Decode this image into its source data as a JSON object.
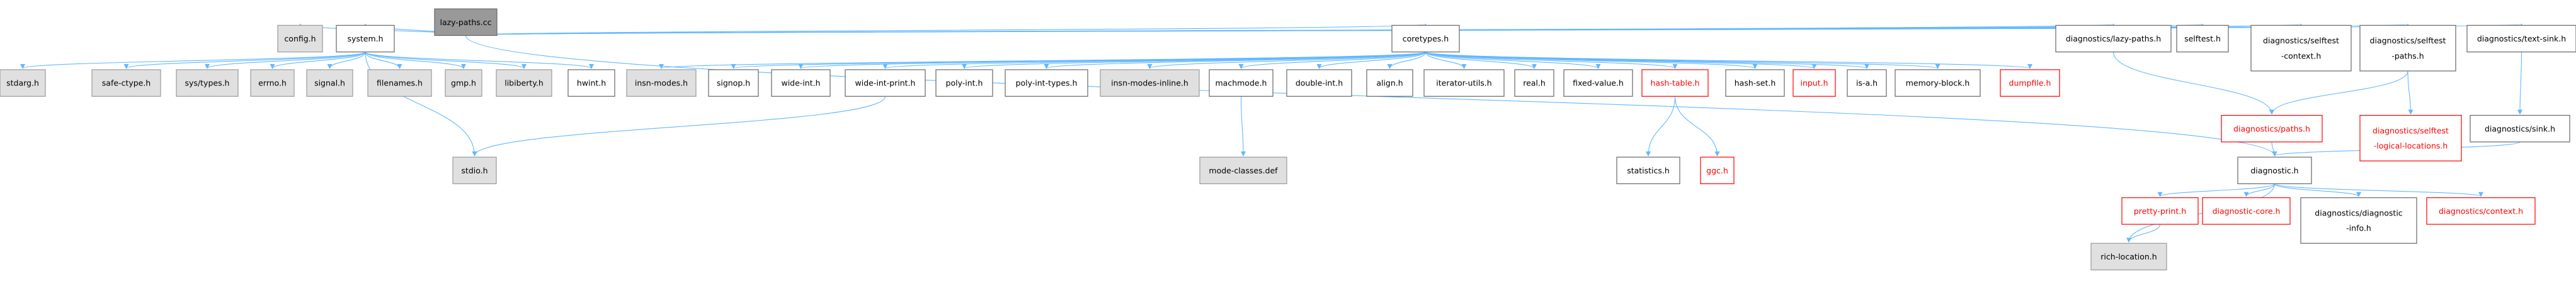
{
  "colors": {
    "edge": "#63b8ff",
    "node_border": "#666666",
    "node_text": "#000000",
    "root_fill": "#999999",
    "root_border": "#666666",
    "normal_fill": "#ffffff",
    "system_fill": "#e0e0e0",
    "system_border": "#999999",
    "missing_fill": "#ffffff",
    "missing_border": "#ff0000",
    "missing_text": "#ff0000"
  },
  "nodes": [
    {
      "id": "lazy_paths_cc",
      "label": "lazy-paths.cc",
      "kind": "root"
    },
    {
      "id": "config_h",
      "label": "config.h",
      "kind": "system"
    },
    {
      "id": "system_h",
      "label": "system.h",
      "kind": "normal"
    },
    {
      "id": "coretypes_h",
      "label": "coretypes.h",
      "kind": "normal"
    },
    {
      "id": "diag_lazy_paths_h",
      "label": "diagnostics/lazy-paths.h",
      "kind": "normal"
    },
    {
      "id": "selftest_h",
      "label": "selftest.h",
      "kind": "normal"
    },
    {
      "id": "diag_selftest_context_h",
      "label": [
        "diagnostics/selftest",
        "-context.h"
      ],
      "kind": "normal"
    },
    {
      "id": "diag_selftest_paths_h",
      "label": [
        "diagnostics/selftest",
        "-paths.h"
      ],
      "kind": "normal"
    },
    {
      "id": "diag_text_sink_h",
      "label": "diagnostics/text-sink.h",
      "kind": "normal"
    },
    {
      "id": "stdarg_h",
      "label": "stdarg.h",
      "kind": "system"
    },
    {
      "id": "safe_ctype_h",
      "label": "safe-ctype.h",
      "kind": "system"
    },
    {
      "id": "sys_types_h",
      "label": "sys/types.h",
      "kind": "system"
    },
    {
      "id": "errno_h",
      "label": "errno.h",
      "kind": "system"
    },
    {
      "id": "signal_h",
      "label": "signal.h",
      "kind": "system"
    },
    {
      "id": "filenames_h",
      "label": "filenames.h",
      "kind": "system"
    },
    {
      "id": "gmp_h",
      "label": "gmp.h",
      "kind": "system"
    },
    {
      "id": "libiberty_h",
      "label": "libiberty.h",
      "kind": "system"
    },
    {
      "id": "hwint_h",
      "label": "hwint.h",
      "kind": "normal"
    },
    {
      "id": "insn_modes_h",
      "label": "insn-modes.h",
      "kind": "system"
    },
    {
      "id": "signop_h",
      "label": "signop.h",
      "kind": "normal"
    },
    {
      "id": "wide_int_h",
      "label": "wide-int.h",
      "kind": "normal"
    },
    {
      "id": "wide_int_print_h",
      "label": "wide-int-print.h",
      "kind": "normal"
    },
    {
      "id": "poly_int_h",
      "label": "poly-int.h",
      "kind": "normal"
    },
    {
      "id": "poly_int_types_h",
      "label": "poly-int-types.h",
      "kind": "normal"
    },
    {
      "id": "insn_modes_inline_h",
      "label": "insn-modes-inline.h",
      "kind": "system"
    },
    {
      "id": "machmode_h",
      "label": "machmode.h",
      "kind": "normal"
    },
    {
      "id": "double_int_h",
      "label": "double-int.h",
      "kind": "normal"
    },
    {
      "id": "align_h",
      "label": "align.h",
      "kind": "normal"
    },
    {
      "id": "iterator_utils_h",
      "label": "iterator-utils.h",
      "kind": "normal"
    },
    {
      "id": "real_h",
      "label": "real.h",
      "kind": "normal"
    },
    {
      "id": "fixed_value_h",
      "label": "fixed-value.h",
      "kind": "normal"
    },
    {
      "id": "hash_table_h",
      "label": "hash-table.h",
      "kind": "missing"
    },
    {
      "id": "hash_set_h",
      "label": "hash-set.h",
      "kind": "normal"
    },
    {
      "id": "input_h",
      "label": "input.h",
      "kind": "missing"
    },
    {
      "id": "is_a_h",
      "label": "is-a.h",
      "kind": "normal"
    },
    {
      "id": "memory_block_h",
      "label": "memory-block.h",
      "kind": "normal"
    },
    {
      "id": "dumpfile_h",
      "label": "dumpfile.h",
      "kind": "missing"
    },
    {
      "id": "diag_paths_h",
      "label": "diagnostics/paths.h",
      "kind": "missing"
    },
    {
      "id": "diag_selftest_logical_h",
      "label": [
        "diagnostics/selftest",
        "-logical-locations.h"
      ],
      "kind": "missing"
    },
    {
      "id": "diag_sink_h",
      "label": "diagnostics/sink.h",
      "kind": "normal"
    },
    {
      "id": "stdio_h",
      "label": "stdio.h",
      "kind": "system"
    },
    {
      "id": "mode_classes_def",
      "label": "mode-classes.def",
      "kind": "system"
    },
    {
      "id": "statistics_h",
      "label": "statistics.h",
      "kind": "normal"
    },
    {
      "id": "ggc_h",
      "label": "ggc.h",
      "kind": "missing"
    },
    {
      "id": "diagnostic_h",
      "label": "diagnostic.h",
      "kind": "normal"
    },
    {
      "id": "pretty_print_h",
      "label": "pretty-print.h",
      "kind": "missing"
    },
    {
      "id": "diagnostic_core_h",
      "label": "diagnostic-core.h",
      "kind": "missing"
    },
    {
      "id": "diag_diagnostic_info_h",
      "label": [
        "diagnostics/diagnostic",
        "-info.h"
      ],
      "kind": "normal"
    },
    {
      "id": "diag_context_h",
      "label": "diagnostics/context.h",
      "kind": "missing"
    },
    {
      "id": "rich_location_h",
      "label": "rich-location.h",
      "kind": "system"
    }
  ],
  "edges": [
    [
      "lazy_paths_cc",
      "config_h"
    ],
    [
      "lazy_paths_cc",
      "system_h"
    ],
    [
      "lazy_paths_cc",
      "coretypes_h"
    ],
    [
      "lazy_paths_cc",
      "diag_lazy_paths_h"
    ],
    [
      "lazy_paths_cc",
      "selftest_h"
    ],
    [
      "lazy_paths_cc",
      "diag_selftest_context_h"
    ],
    [
      "lazy_paths_cc",
      "diag_selftest_paths_h"
    ],
    [
      "lazy_paths_cc",
      "diag_text_sink_h"
    ],
    [
      "lazy_paths_cc",
      "diagnostic_h"
    ],
    [
      "system_h",
      "stdarg_h"
    ],
    [
      "system_h",
      "safe_ctype_h"
    ],
    [
      "system_h",
      "sys_types_h"
    ],
    [
      "system_h",
      "errno_h"
    ],
    [
      "system_h",
      "signal_h"
    ],
    [
      "system_h",
      "filenames_h"
    ],
    [
      "system_h",
      "gmp_h"
    ],
    [
      "system_h",
      "libiberty_h"
    ],
    [
      "system_h",
      "hwint_h"
    ],
    [
      "system_h",
      "stdio_h"
    ],
    [
      "coretypes_h",
      "insn_modes_h"
    ],
    [
      "coretypes_h",
      "signop_h"
    ],
    [
      "coretypes_h",
      "wide_int_h"
    ],
    [
      "coretypes_h",
      "wide_int_print_h"
    ],
    [
      "coretypes_h",
      "poly_int_h"
    ],
    [
      "coretypes_h",
      "poly_int_types_h"
    ],
    [
      "coretypes_h",
      "insn_modes_inline_h"
    ],
    [
      "coretypes_h",
      "machmode_h"
    ],
    [
      "coretypes_h",
      "double_int_h"
    ],
    [
      "coretypes_h",
      "align_h"
    ],
    [
      "coretypes_h",
      "iterator_utils_h"
    ],
    [
      "coretypes_h",
      "real_h"
    ],
    [
      "coretypes_h",
      "fixed_value_h"
    ],
    [
      "coretypes_h",
      "hash_table_h"
    ],
    [
      "coretypes_h",
      "hash_set_h"
    ],
    [
      "coretypes_h",
      "input_h"
    ],
    [
      "coretypes_h",
      "is_a_h"
    ],
    [
      "coretypes_h",
      "memory_block_h"
    ],
    [
      "coretypes_h",
      "dumpfile_h"
    ],
    [
      "wide_int_print_h",
      "stdio_h"
    ],
    [
      "machmode_h",
      "mode_classes_def"
    ],
    [
      "hash_table_h",
      "statistics_h"
    ],
    [
      "hash_table_h",
      "ggc_h"
    ],
    [
      "diag_lazy_paths_h",
      "diag_paths_h"
    ],
    [
      "diag_selftest_paths_h",
      "diag_paths_h"
    ],
    [
      "diag_selftest_paths_h",
      "diag_selftest_logical_h"
    ],
    [
      "diag_text_sink_h",
      "diag_sink_h"
    ],
    [
      "diag_paths_h",
      "diagnostic_h"
    ],
    [
      "diag_sink_h",
      "diagnostic_h"
    ],
    [
      "diagnostic_h",
      "rich_location_h"
    ],
    [
      "diagnostic_h",
      "pretty_print_h"
    ],
    [
      "diagnostic_h",
      "diagnostic_core_h"
    ],
    [
      "diagnostic_h",
      "diag_diagnostic_info_h"
    ],
    [
      "diagnostic_h",
      "diag_context_h"
    ],
    [
      "pretty_print_h",
      "rich_location_h"
    ]
  ]
}
